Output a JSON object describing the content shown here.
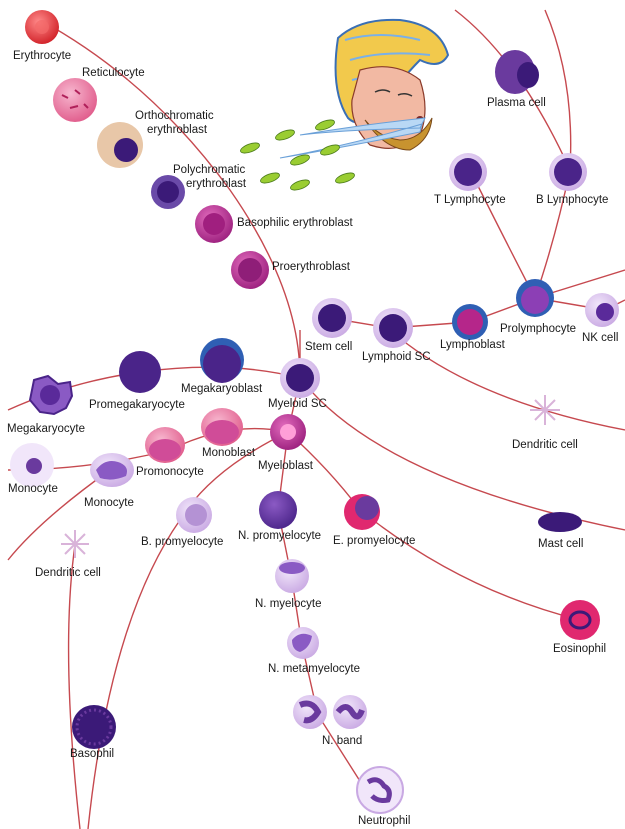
{
  "colors": {
    "line": "#c6494f",
    "purple": "#6a3a9e",
    "dark_purple": "#3b1a78",
    "magenta": "#b5268a",
    "pink": "#e46f97",
    "light_purple": "#c9a9e3",
    "red": "#e0282f",
    "tan": "#e8c7a8",
    "blue_rim": "#2f5fb4"
  },
  "labels": {
    "erythrocyte": "Erythrocyte",
    "reticulocyte": "Reticulocyte",
    "orthochromatic": [
      "Orthochromatic",
      "erythroblast"
    ],
    "polychromatic": [
      "Polychromatic",
      "erythroblast"
    ],
    "basophilic_erythroblast": "Basophilic erythroblast",
    "proerythroblast": "Proerythroblast",
    "plasma_cell": "Plasma cell",
    "t_lymphocyte": "T Lymphocyte",
    "b_lymphocyte": "B Lymphocyte",
    "stem_cell": "Stem cell",
    "lymphoid_sc": "Lymphoid SC",
    "lymphoblast": "Lymphoblast",
    "prolymphocyte": "Prolymphocyte",
    "nk_cell": "NK cell",
    "megakaryoblast": "Megakaryoblast",
    "myeloid_sc": "Myeloid SC",
    "promegakaryocyte": "Promegakaryocyte",
    "megakaryocyte": "Megakaryocyte",
    "dendritic_cell_right": "Dendritic cell",
    "monoblast": "Monoblast",
    "promonocyte": "Promonocyte",
    "myeloblast": "Myeloblast",
    "monocyte_left": "Monocyte",
    "monocyte": "Monocyte",
    "b_promyelocyte": "B. promyelocyte",
    "n_promyelocyte": "N. promyelocyte",
    "e_promyelocyte": "E. promyelocyte",
    "mast_cell": "Mast cell",
    "dendritic_cell_left": "Dendritic cell",
    "n_myelocyte": "N. myelocyte",
    "eosinophil": "Eosinophil",
    "n_metamyelocyte": "N. metamyelocyte",
    "n_band": "N. band",
    "basophil": "Basophil",
    "neutrophil": "Neutrophil"
  }
}
